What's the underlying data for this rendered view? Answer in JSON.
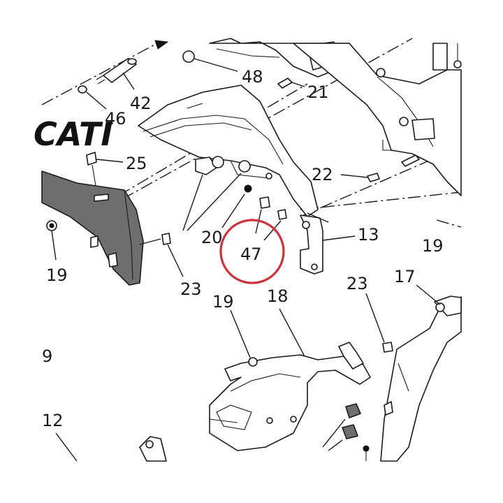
{
  "labels": {
    "l42": "42",
    "l46": "46",
    "l48": "48",
    "l21": "21",
    "l25": "25",
    "l22": "22",
    "l20": "20",
    "l47": "47",
    "l13": "13",
    "l19a": "19",
    "l19b": "19",
    "l19c": "19",
    "l23a": "23",
    "l23b": "23",
    "l18": "18",
    "l17": "17",
    "l9": "9",
    "l12": "12"
  },
  "brand_text": "CATI",
  "colors": {
    "highlight_circle": "#d0303a",
    "dark_panel": "#6e6e6e",
    "line": "#1a1a1a"
  },
  "icons": {
    "arrow": "direction-arrow-icon"
  }
}
